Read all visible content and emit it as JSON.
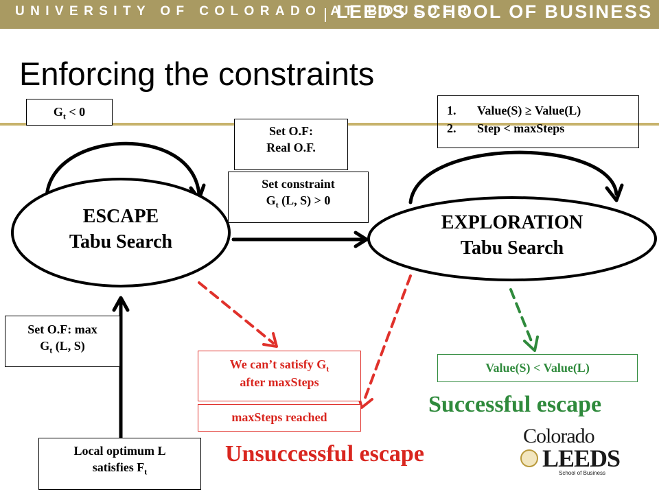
{
  "header": {
    "left_text": "UNIVERSITY OF COLORADO AT BOULDER",
    "right_text": "LEEDS SCHOOL OF BUSINESS"
  },
  "slide": {
    "title": "Enforcing the constraints"
  },
  "diagram": {
    "escape_node": {
      "line1": "ESCAPE",
      "line2": "Tabu Search"
    },
    "exploration_node": {
      "line1": "EXPLORATION",
      "line2": "Tabu Search"
    },
    "gt_box": {
      "pre": "G",
      "sub": "t",
      "post": " < 0"
    },
    "setof_real_box": {
      "line1": "Set O.F:",
      "line2": "Real O.F."
    },
    "set_constraint_box": {
      "line1": "Set constraint",
      "line2_pre": "G",
      "line2_sub": "t",
      "line2_post": " (L, S) > 0"
    },
    "conditions_box": {
      "items": [
        {
          "num": "1.",
          "text": "Value(S) ≥ Value(L)"
        },
        {
          "num": "2.",
          "text": "Step < maxSteps"
        }
      ]
    },
    "set_of_max_box": {
      "line1": "Set O.F: max",
      "line2_pre": "G",
      "line2_sub": "t",
      "line2_post": " (L, S)"
    },
    "local_optimum_box": {
      "line1": "Local optimum L",
      "line2_pre": "satisfies F",
      "line2_sub": "t"
    },
    "cant_satisfy_box": {
      "line1_pre": "We can’t satisfy G",
      "line1_sub": "t",
      "line2": "after maxSteps"
    },
    "max_steps_box": {
      "text": "maxSteps reached"
    },
    "value_less_box": {
      "text": "Value(S) < Value(L)"
    },
    "successful_label": "Successful escape",
    "unsuccessful_label": "Unsuccessful escape"
  },
  "logo": {
    "colorado": "Colorado",
    "leeds": "LEEDS",
    "subtitle": "School of Business"
  },
  "colors": {
    "banner": "#a99a62",
    "gold_line": "#c7b36c",
    "red": "#d9261f",
    "green": "#2f8a3c"
  }
}
